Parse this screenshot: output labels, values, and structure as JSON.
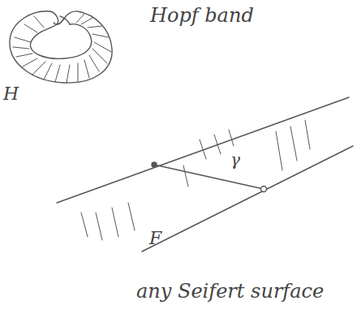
{
  "diagram": {
    "labels": [
      "Hopf band",
      "H",
      "γ",
      "F",
      "any Seifert surface"
    ]
  }
}
